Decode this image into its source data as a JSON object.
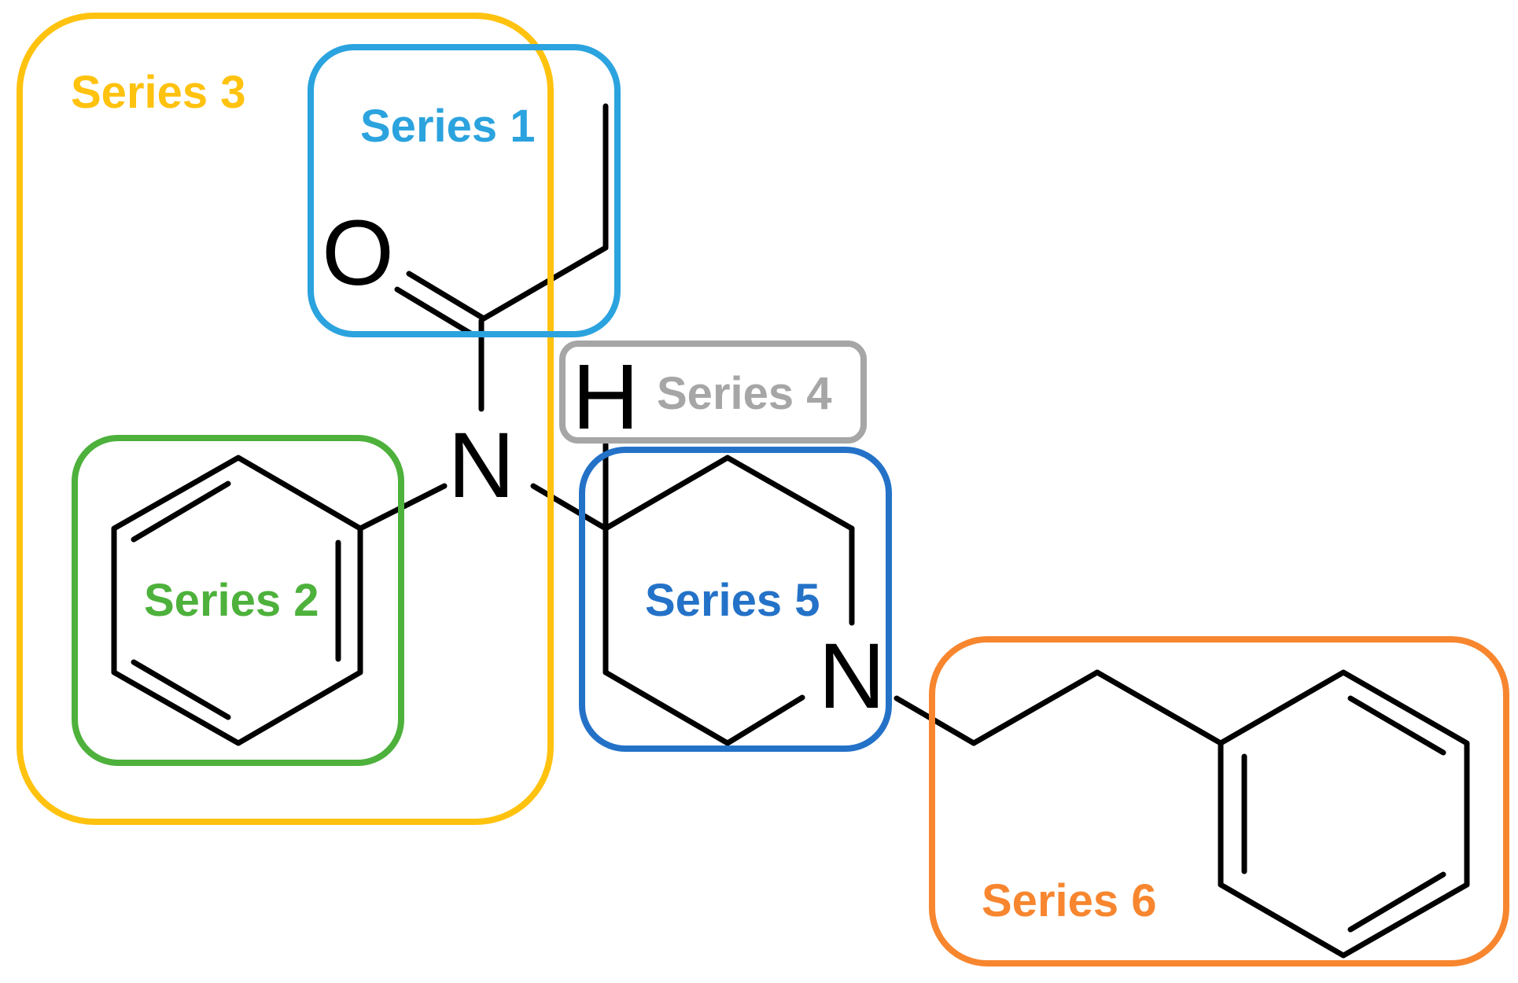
{
  "series": [
    {
      "id": "series-1",
      "label": "Series 1",
      "color": "#2BA3DE"
    },
    {
      "id": "series-2",
      "label": "Series 2",
      "color": "#4DB13C"
    },
    {
      "id": "series-3",
      "label": "Series 3",
      "color": "#FFC20E"
    },
    {
      "id": "series-4",
      "label": "Series 4",
      "color": "#A6A6A6"
    },
    {
      "id": "series-5",
      "label": "Series 5",
      "color": "#2472C8"
    },
    {
      "id": "series-6",
      "label": "Series 6",
      "color": "#F7862F"
    }
  ],
  "atoms": {
    "oxygen": "O",
    "amide_nitrogen": "N",
    "hydrogen": "H",
    "piperidine_nitrogen": "N"
  }
}
